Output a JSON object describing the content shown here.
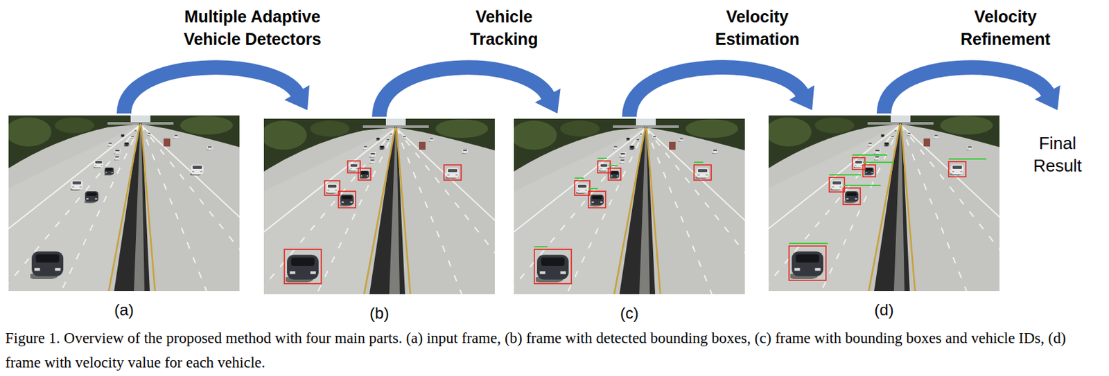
{
  "diagram": {
    "caption": "Figure 1. Overview of the proposed method with four main parts. (a) input frame, (b) frame with detected bounding boxes, (c) frame with bounding boxes and vehicle IDs, (d) frame with velocity value for each vehicle.",
    "nodes": [
      {
        "text": [
          "(a)"
        ]
      },
      {
        "text": [
          "(b)"
        ]
      },
      {
        "text": [
          "(c)"
        ]
      },
      {
        "text": [
          "(d)"
        ]
      },
      {
        "text": [
          "Final Result"
        ]
      }
    ],
    "edges": [
      {
        "from": 0,
        "to": 1,
        "arrow": "to",
        "label": "Multiple Adaptive Vehicle Detectors"
      },
      {
        "from": 1,
        "to": 2,
        "arrow": "to",
        "label": "Vehicle Tracking"
      },
      {
        "from": 2,
        "to": 3,
        "arrow": "to",
        "label": "Velocity Estimation"
      },
      {
        "from": 3,
        "to": 4,
        "arrow": "to",
        "label": "Velocity Refinement"
      }
    ]
  }
}
